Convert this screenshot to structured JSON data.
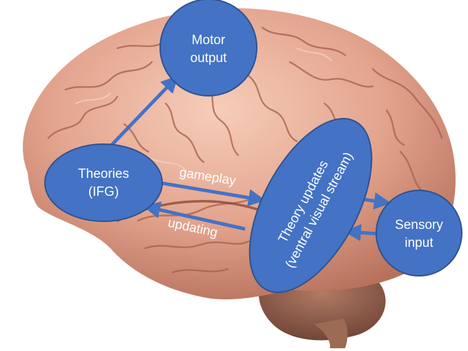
{
  "colors": {
    "node_fill": "#4472c4",
    "node_stroke": "#2f528f",
    "arrow": "#4472c4",
    "label_text": "#ffffff",
    "brain_base": "#e3a48e",
    "brain_shadow": "#b9735d",
    "brain_highlight": "#f4c6b3",
    "cerebellum": "#8e5a48"
  },
  "nodes": {
    "motor": {
      "line1": "Motor",
      "line2": "output"
    },
    "theories": {
      "line1": "Theories",
      "line2": "(IFG)"
    },
    "updates": {
      "line1": "Theory updates",
      "line2": "(ventral visual stream)"
    },
    "sensory": {
      "line1": "Sensory",
      "line2": "input"
    }
  },
  "edges": {
    "gameplay": "gameplay",
    "updating": "updating"
  }
}
